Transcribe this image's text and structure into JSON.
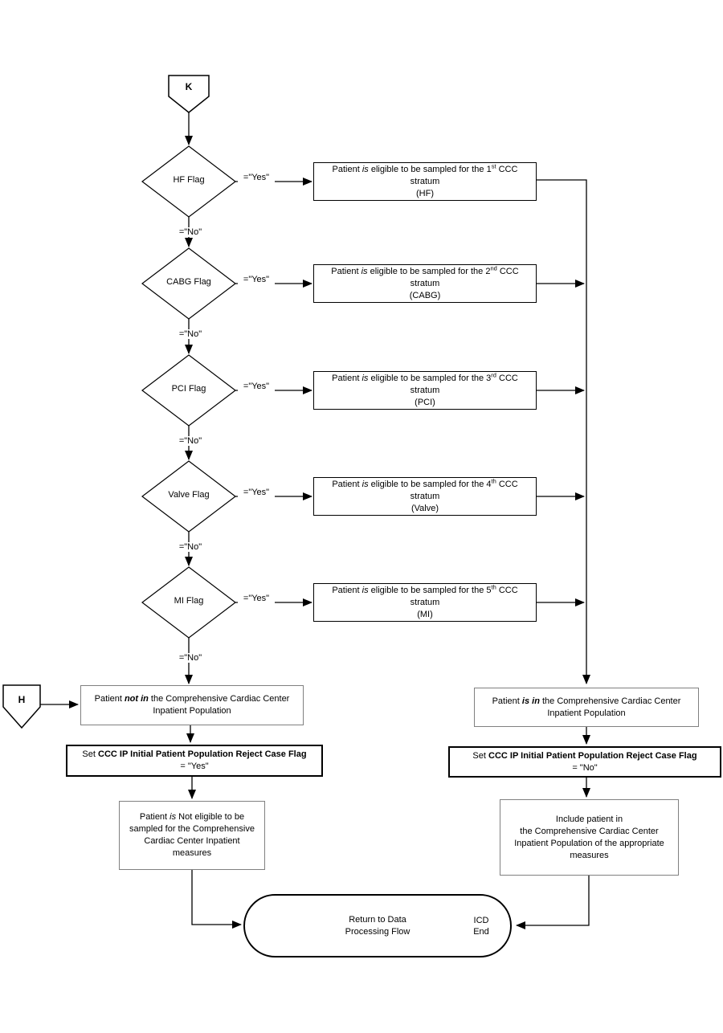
{
  "colors": {
    "line": "#000000",
    "process_border": "#000000",
    "population_box_border": "#808080",
    "background": "#ffffff"
  },
  "connectors": {
    "start": "K",
    "left_entry": "H",
    "end_badge_line1": "ICD",
    "end_badge_line2": "End"
  },
  "labels": {
    "yes": "=\"Yes\"",
    "no": "=\"No\""
  },
  "row_text": {
    "prefix": "Patient ",
    "is_word": "is",
    "middle": " eligible to be sampled for the ",
    "ccc": " CCC",
    "line2": "stratum"
  },
  "decision_rows": [
    {
      "flag": "HF Flag",
      "ordinal": "1",
      "ordinal_suffix": "st",
      "stratum_abbr": "(HF)"
    },
    {
      "flag": "CABG Flag",
      "ordinal": "2",
      "ordinal_suffix": "nd",
      "stratum_abbr": "(CABG)"
    },
    {
      "flag": "PCI Flag",
      "ordinal": "3",
      "ordinal_suffix": "rd",
      "stratum_abbr": "(PCI)"
    },
    {
      "flag": "Valve Flag",
      "ordinal": "4",
      "ordinal_suffix": "th",
      "stratum_abbr": "(Valve)"
    },
    {
      "flag": "MI Flag",
      "ordinal": "5",
      "ordinal_suffix": "th",
      "stratum_abbr": "(MI)"
    }
  ],
  "left_branch": {
    "population_box": {
      "prefix": "Patient ",
      "emphasis": "not in",
      "suffix": " the Comprehensive Cardiac Center Inpatient Population"
    },
    "flag_box": {
      "prefix": "Set ",
      "bold": "CCC IP Initial Patient Population Reject Case Flag",
      "value_line": "= \"Yes\""
    },
    "result_box": {
      "line1_prefix": "Patient ",
      "line1_italic": "is",
      "line1_suffix": " Not eligible to be",
      "line2": "sampled for the Comprehensive",
      "line3": "Cardiac Center Inpatient",
      "line4": "measures"
    }
  },
  "right_branch": {
    "population_box": {
      "prefix": "Patient ",
      "emphasis": "is in",
      "suffix": " the Comprehensive Cardiac Center Inpatient Population"
    },
    "flag_box": {
      "prefix": "Set ",
      "bold": "CCC IP Initial Patient Population Reject Case Flag",
      "value_line": "= \"No\""
    },
    "result_box": {
      "line1": "Include patient in",
      "line2": "the Comprehensive Cardiac Center",
      "line3": "Inpatient Population of the appropriate",
      "line4": "measures"
    }
  },
  "terminator": {
    "line1": "Return to Data",
    "line2": "Processing Flow"
  }
}
